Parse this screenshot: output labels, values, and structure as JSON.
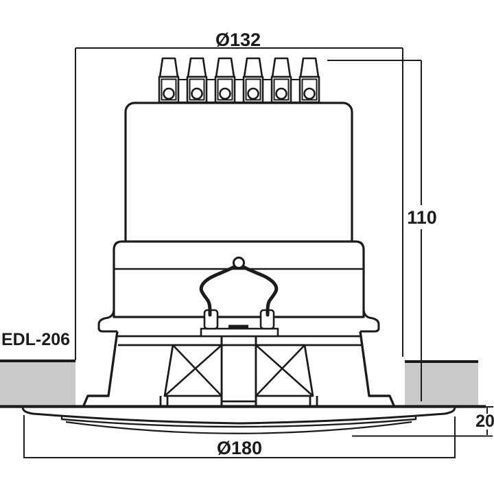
{
  "drawing": {
    "model_label": "EDL-206",
    "dimensions": {
      "cutout_diameter": "Ø132",
      "mounting_depth": "110",
      "front_diameter": "Ø180",
      "flange_depth": "20"
    },
    "terminal_count": 6,
    "colors": {
      "line": "#1b1b1b",
      "ceiling_fill": "#c9c9c9",
      "background": "#ffffff"
    }
  }
}
